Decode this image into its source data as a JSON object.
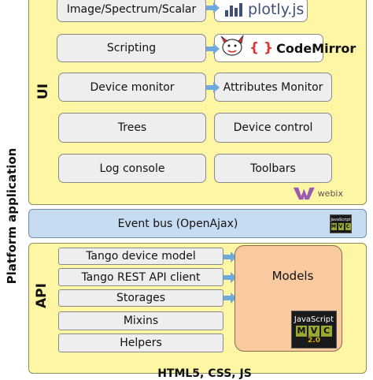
{
  "platform": {
    "label": "Platform application"
  },
  "ui": {
    "label": "UI",
    "boxes": {
      "image_spectrum": "Image/Spectrum/Scalar",
      "scripting": "Scripting",
      "device_monitor": "Device monitor",
      "attributes_monitor": "Attributes Monitor",
      "trees": "Trees",
      "device_control": "Device control",
      "log_console": "Log console",
      "toolbars": "Toolbars"
    },
    "logos": {
      "plotly": "plotly.js",
      "codemirror": "CodeMirror",
      "webix": "webix"
    }
  },
  "event_bus": {
    "label": "Event bus (OpenAjax)"
  },
  "api": {
    "label": "API",
    "boxes": {
      "tango_device_model": "Tango device model",
      "tango_rest_client": "Tango REST API client",
      "storages": "Storages",
      "mixins": "Mixins",
      "helpers": "Helpers",
      "models": "Models"
    }
  },
  "jsmvc_logo": {
    "line1": "JavaScript",
    "m": "M",
    "v": "V",
    "c": "C",
    "version": "2.0"
  },
  "bottom_cut_text": "HTML5, CSS, JS",
  "colors": {
    "ui_panel": "#fdf6a4",
    "bus_panel": "#c7dcf1",
    "models_panel": "#f9caa0",
    "arrow": "#6fa8dc",
    "plotly_blue": "#3f4f75",
    "webix_purple": "#9b59b6"
  }
}
